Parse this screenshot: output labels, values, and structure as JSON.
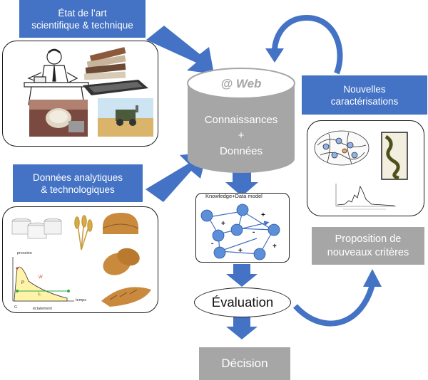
{
  "boxes": {
    "etat_art": {
      "line1": "État de l’art",
      "line2": "scientifique &  technique"
    },
    "donnees_analytiques": {
      "line1": "Données analytiques",
      "line2": "& technologiques"
    },
    "nouvelles_caracterisations": {
      "line1": "Nouvelles",
      "line2": "caractérisations"
    },
    "proposition": {
      "line1": "Proposition de",
      "line2": "nouveaux critères"
    },
    "decision": {
      "label": "Décision"
    }
  },
  "database": {
    "title": "@ Web",
    "line1": "Connaissances",
    "line2": "+",
    "line3": "Données"
  },
  "model": {
    "label": "Knowledge+Data model",
    "signs": [
      "+",
      "+",
      "+",
      "-",
      "-",
      "+"
    ]
  },
  "evaluation": {
    "label": "Évaluation"
  },
  "mini_chart": {
    "ylabel": "pression",
    "xlabel": "temps",
    "xsub": "éclatement",
    "P": "P",
    "W": "W",
    "L": "L",
    "G": "G"
  },
  "colors": {
    "blue": "#4472c4",
    "grey": "#a6a6a6",
    "node": "#5b8fd9"
  }
}
